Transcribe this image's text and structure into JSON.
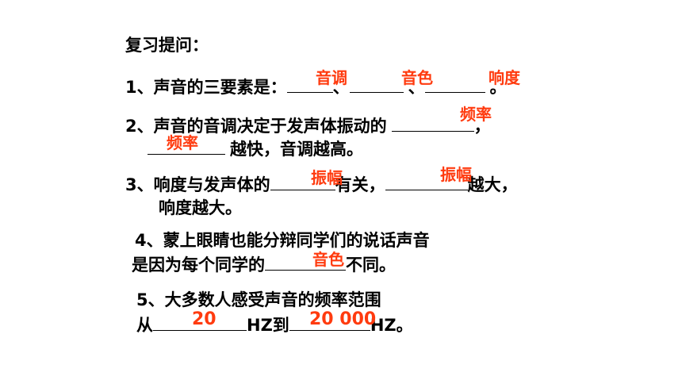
{
  "title": "复习提问：",
  "q1": {
    "prefix": "1、声音的三要素是：",
    "sep1": "、",
    "sep2": "、",
    "end": "。",
    "answers": [
      "音调",
      "音色",
      "响度"
    ]
  },
  "q2": {
    "line1": "2、声音的音调决定于发声体振动的",
    "comma": "，",
    "line2_suffix": "越快，音调越高。",
    "answers": [
      "频率",
      "频率"
    ]
  },
  "q3": {
    "prefix": "3、响度与发声体的",
    "mid": "有关，",
    "suffix": "越大，",
    "line2": "响度越大。",
    "answers": [
      "振幅",
      "振幅"
    ]
  },
  "q4": {
    "line1": "4、蒙上眼睛也能分辩同学们的说话声音",
    "line2_prefix": "是因为每个同学的",
    "line2_suffix": "不同。",
    "answer": "音色"
  },
  "q5": {
    "line1": "5、大多数人感受声音的频率范围",
    "prefix": "从",
    "mid": "HZ到",
    "suffix": "HZ。",
    "answers": [
      "20",
      "20 000"
    ]
  },
  "colors": {
    "answer": "#ff3b0f",
    "text": "#000000",
    "background": "#ffffff"
  }
}
